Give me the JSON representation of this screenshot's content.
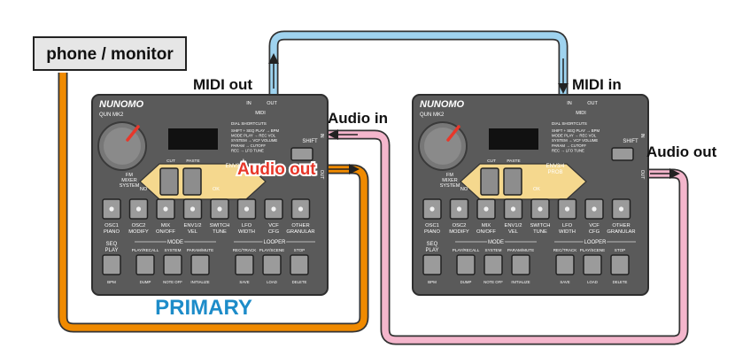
{
  "labels": {
    "phone_monitor": "phone / monitor",
    "midi_out": "MIDI out",
    "midi_in": "MIDI in",
    "audio_in": "Audio in",
    "audio_out_left": "Audio out",
    "audio_out_right": "Audio out",
    "primary": "PRIMARY"
  },
  "device": {
    "brand": "NUNOMO",
    "model": "QUN MK2",
    "in_label": "IN",
    "out_label": "OUT",
    "midi_label": "MIDI",
    "shift": "SHIFT",
    "nav_left": "NO",
    "nav_right": "OK",
    "cut": "CUT",
    "paste": "PASTE",
    "knob_caption": [
      "FM",
      "MIXER",
      "SYSTEM"
    ],
    "env_caption": [
      "ENV3/4",
      "PROB"
    ],
    "shortcuts_title": "DIAL SHORTCUTS",
    "shortcuts": [
      "SHIFT + SEQ PLAY → BPM",
      "MODE PLAY → REC VOL",
      "SYSTEM → VCF VOLUME",
      "PARAM → CUTOFF",
      "REC → LFO TUNE"
    ],
    "keys": [
      [
        "OSC1",
        "PIANO"
      ],
      [
        "OSC2",
        "MODIFY"
      ],
      [
        "MIX",
        "ON/OFF"
      ],
      [
        "ENV1/2",
        "VEL"
      ],
      [
        "SWITCH",
        "TUNE"
      ],
      [
        "LFO",
        "WIDTH"
      ],
      [
        "VCF",
        "CFG"
      ],
      [
        "OTHER",
        "GRANULAR"
      ]
    ],
    "seq_play": [
      "SEQ",
      "PLAY"
    ],
    "bpm": "BPM",
    "mode_title": "MODE",
    "mode_labels": [
      "PLAY/RECALL",
      "SYSTEM",
      "PARAM/MUTE"
    ],
    "mode_sub": [
      "DUMP",
      "NOTE OFF",
      "INITIALIZE"
    ],
    "looper_title": "LOOPER",
    "looper_labels": [
      "REC/TRACK",
      "PLAY/SCENE",
      "STOP"
    ],
    "looper_sub": [
      "SAVE",
      "LOAD",
      "DELETE"
    ]
  },
  "colors": {
    "orange": "#f08a00",
    "pink": "#f4b6cc",
    "blue": "#9fd3ef",
    "panel": "#5a5a5a",
    "accent_red": "#e8372a",
    "primary_text": "#1d8cc9",
    "key_yellow": "#f5d88e"
  }
}
